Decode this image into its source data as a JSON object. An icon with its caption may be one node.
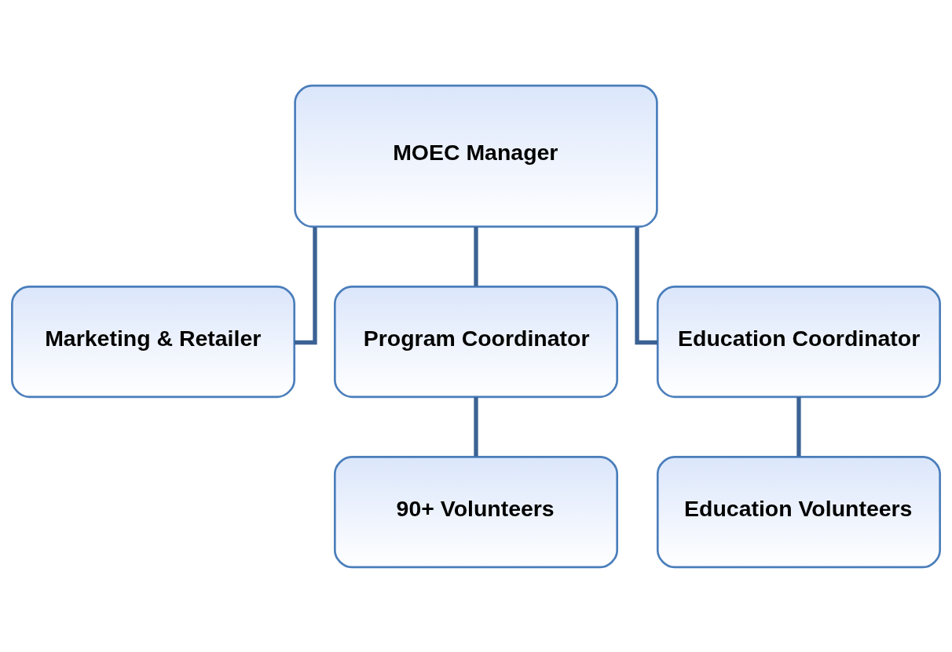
{
  "diagram": {
    "nodes": [
      {
        "text": [
          "MOEC Manager"
        ]
      },
      {
        "text": [
          "Marketing & Retailer"
        ]
      },
      {
        "text": [
          "Program Coordinator"
        ]
      },
      {
        "text": [
          "Education Coordinator"
        ]
      },
      {
        "text": [
          "90+ Volunteers"
        ]
      },
      {
        "text": [
          "Education Volunteers"
        ]
      }
    ],
    "edges": [
      {
        "from": 0,
        "to": 1,
        "arrow": "none"
      },
      {
        "from": 0,
        "to": 2,
        "arrow": "none"
      },
      {
        "from": 0,
        "to": 3,
        "arrow": "none"
      },
      {
        "from": 2,
        "to": 4,
        "arrow": "none"
      },
      {
        "from": 3,
        "to": 5,
        "arrow": "none"
      }
    ]
  }
}
